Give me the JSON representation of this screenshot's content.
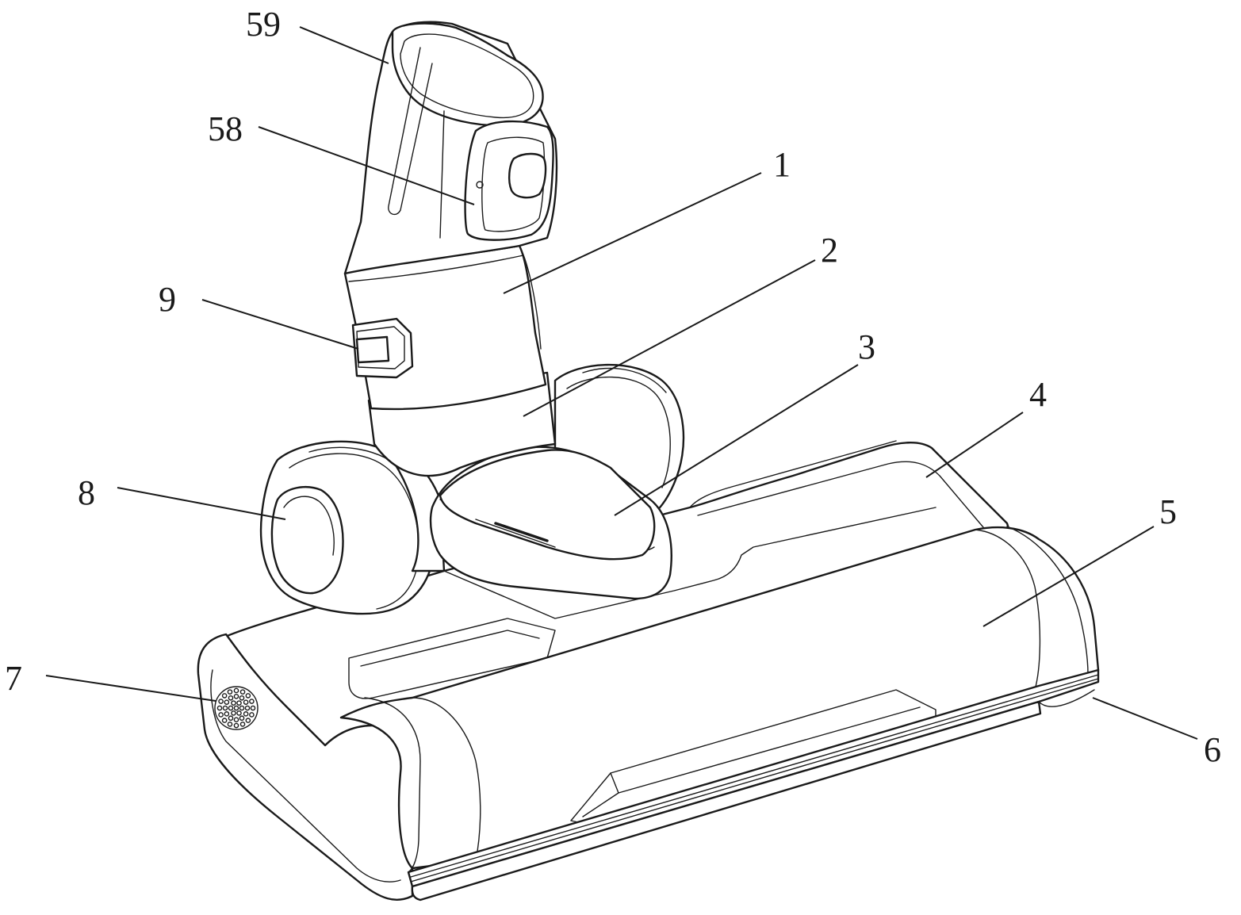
{
  "figure": {
    "reference_numerals": [
      {
        "id": "n59",
        "text": "59"
      },
      {
        "id": "n58",
        "text": "58"
      },
      {
        "id": "n1",
        "text": "1"
      },
      {
        "id": "n2",
        "text": "2"
      },
      {
        "id": "n3",
        "text": "3"
      },
      {
        "id": "n4",
        "text": "4"
      },
      {
        "id": "n5",
        "text": "5"
      },
      {
        "id": "n6",
        "text": "6"
      },
      {
        "id": "n7",
        "text": "7"
      },
      {
        "id": "n8",
        "text": "8"
      },
      {
        "id": "n9",
        "text": "9"
      }
    ]
  },
  "colors": {
    "stroke": "#1a1a1a",
    "background": "#ffffff"
  }
}
